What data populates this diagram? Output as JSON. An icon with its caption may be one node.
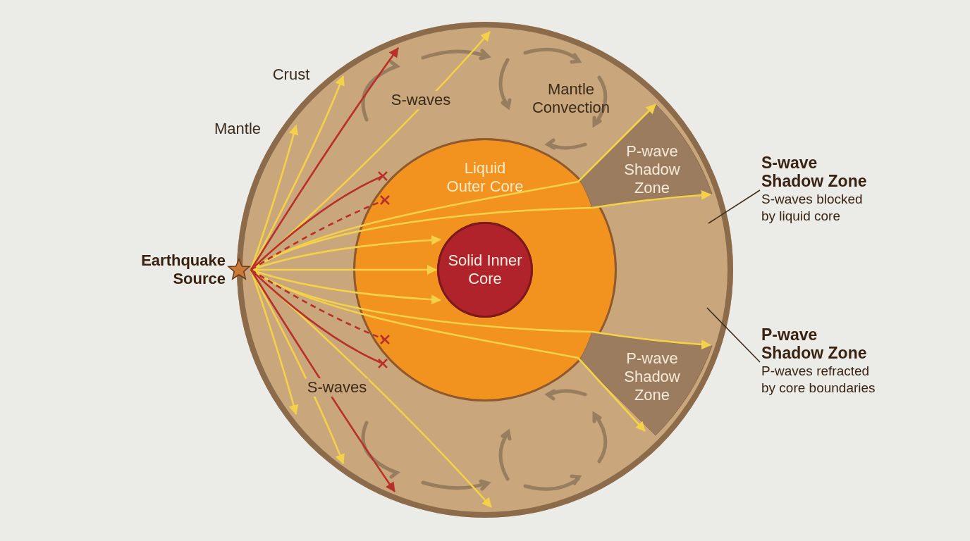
{
  "diagram": {
    "nodes": [
      {
        "text": [],
        "shape": "circle"
      },
      {
        "text": [
          "Liquid Outer Core"
        ],
        "in": 0
      },
      {
        "text": [
          "Solid Inner Core"
        ],
        "in": 1
      },
      {
        "text": [
          "P-wave Shadow Zone"
        ],
        "in": 0
      },
      {
        "text": [
          "P-wave Shadow Zone"
        ],
        "in": 0
      },
      {
        "text": [
          "Earthquake Source"
        ]
      },
      {
        "text": [
          "S-wave Shadow Zone",
          "S-waves blocked by liquid core"
        ]
      },
      {
        "text": [
          "P-wave Shadow Zone",
          "P-waves refracted by core boundaries"
        ]
      }
    ],
    "edges": [
      {
        "from": 5,
        "to": null,
        "arrow": "to"
      },
      {
        "from": 5,
        "to": null,
        "arrow": "to"
      },
      {
        "from": 5,
        "to": 0,
        "arrow": "to"
      },
      {
        "from": 5,
        "to": 3,
        "arrow": "to"
      },
      {
        "from": 5,
        "to": 3,
        "arrow": "to"
      },
      {
        "from": 5,
        "to": 2,
        "arrow": "to"
      },
      {
        "from": 5,
        "to": 2,
        "arrow": "to"
      },
      {
        "from": 5,
        "to": 2,
        "arrow": "to"
      },
      {
        "from": 5,
        "to": 4,
        "arrow": "to"
      },
      {
        "from": 5,
        "to": 4,
        "arrow": "to"
      },
      {
        "from": 5,
        "to": null,
        "arrow": "to"
      },
      {
        "from": 5,
        "to": null,
        "arrow": "to"
      },
      {
        "from": 5,
        "to": 0,
        "arrow": "to"
      },
      {
        "from": 5,
        "to": 0,
        "arrow": "to",
        "color": "#b8302a"
      },
      {
        "from": 5,
        "to": null,
        "arrow": "other",
        "color": "#b8302a"
      },
      {
        "from": 5,
        "to": null,
        "arrow": "other",
        "color": "#b8302a",
        "style": "dashed"
      },
      {
        "from": 5,
        "to": null,
        "arrow": "other",
        "color": "#b8302a",
        "style": "dashed"
      },
      {
        "from": 5,
        "to": null,
        "arrow": "other",
        "color": "#b8302a"
      },
      {
        "from": 5,
        "to": 0,
        "arrow": "to",
        "color": "#b8302a"
      },
      {
        "from": 6,
        "to": null,
        "arrow": "none",
        "color": "#3a2a1a"
      },
      {
        "from": 7,
        "to": null,
        "arrow": "none",
        "color": "#3a2a1a"
      }
    ],
    "labels": [
      "Crust",
      "S-waves",
      "Mantle Convection",
      "Mantle",
      "S-waves"
    ]
  }
}
